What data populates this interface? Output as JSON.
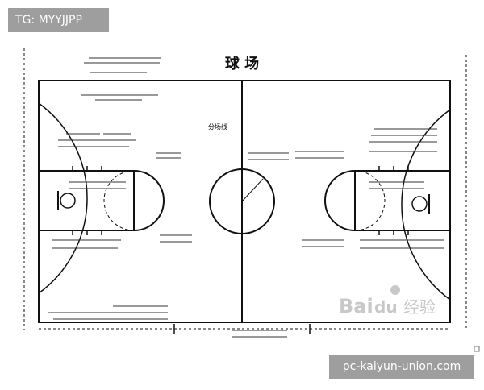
{
  "overlay": {
    "top_tag": "TG: MYYJJPP",
    "bottom_url": "pc-kaiyun-union.com"
  },
  "diagram": {
    "title": "球 场"
  },
  "watermark": {
    "logo_text": "Bai",
    "logo_suffix": "du",
    "brand_text": "经验"
  },
  "labels": {
    "top_dim_1": "",
    "top_dim_2": "",
    "left_note": "",
    "center_line_note": "分场线",
    "center_radius_note": "",
    "left_key_width": "",
    "right_key_width": "",
    "free_throw_note": "",
    "bottom_dim": ""
  },
  "colors": {
    "line": "#111111",
    "overlay": "#9e9e9e",
    "watermark": "#c8c8c8"
  }
}
